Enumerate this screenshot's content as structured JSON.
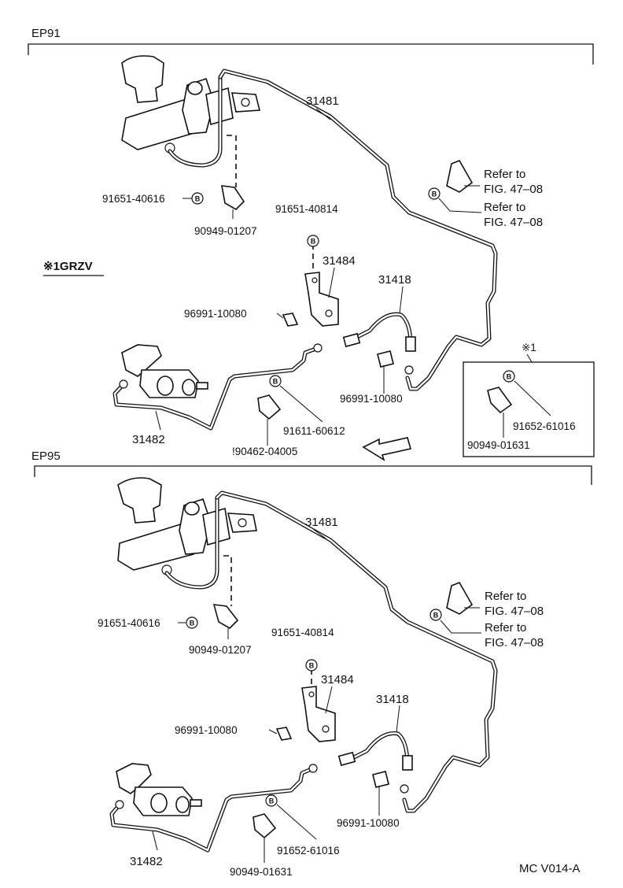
{
  "sections": [
    {
      "id": "ep91",
      "title": "EP91",
      "part_labels": {
        "p31481": "31481",
        "p31484": "31484",
        "p31418": "31418",
        "p31482": "31482",
        "p91651_40616": "91651-40616",
        "p90949_01207": "90949-01207",
        "p91651_40814": "91651-40814",
        "p96991_10080a": "96991-10080",
        "p96991_10080b": "96991-10080",
        "p91611_60612": "91611-60612",
        "p90462_04005": "!90462-04005"
      },
      "refer1_line1": "Refer to",
      "refer1_line2": "FIG. 47–08",
      "refer2_line1": "Refer to",
      "refer2_line2": "FIG. 47–08",
      "variant_note": "※1GRZV",
      "inset": {
        "marker": "※1",
        "p91652_61016": "91652-61016",
        "p90949_01631": "90949-01631"
      }
    },
    {
      "id": "ep95",
      "title": "EP95",
      "part_labels": {
        "p31481": "31481",
        "p31484": "31484",
        "p31418": "31418",
        "p31482": "31482",
        "p91651_40616": "91651-40616",
        "p90949_01207": "90949-01207",
        "p91651_40814": "91651-40814",
        "p96991_10080a": "96991-10080",
        "p96991_10080b": "96991-10080",
        "p91652_61016": "91652-61016",
        "p90949_01631": "90949-01631"
      },
      "refer1_line1": "Refer to",
      "refer1_line2": "FIG. 47–08",
      "refer2_line1": "Refer to",
      "refer2_line2": "FIG. 47–08"
    }
  ],
  "bolt_symbol": "B",
  "figure_code": "MC V014-A"
}
